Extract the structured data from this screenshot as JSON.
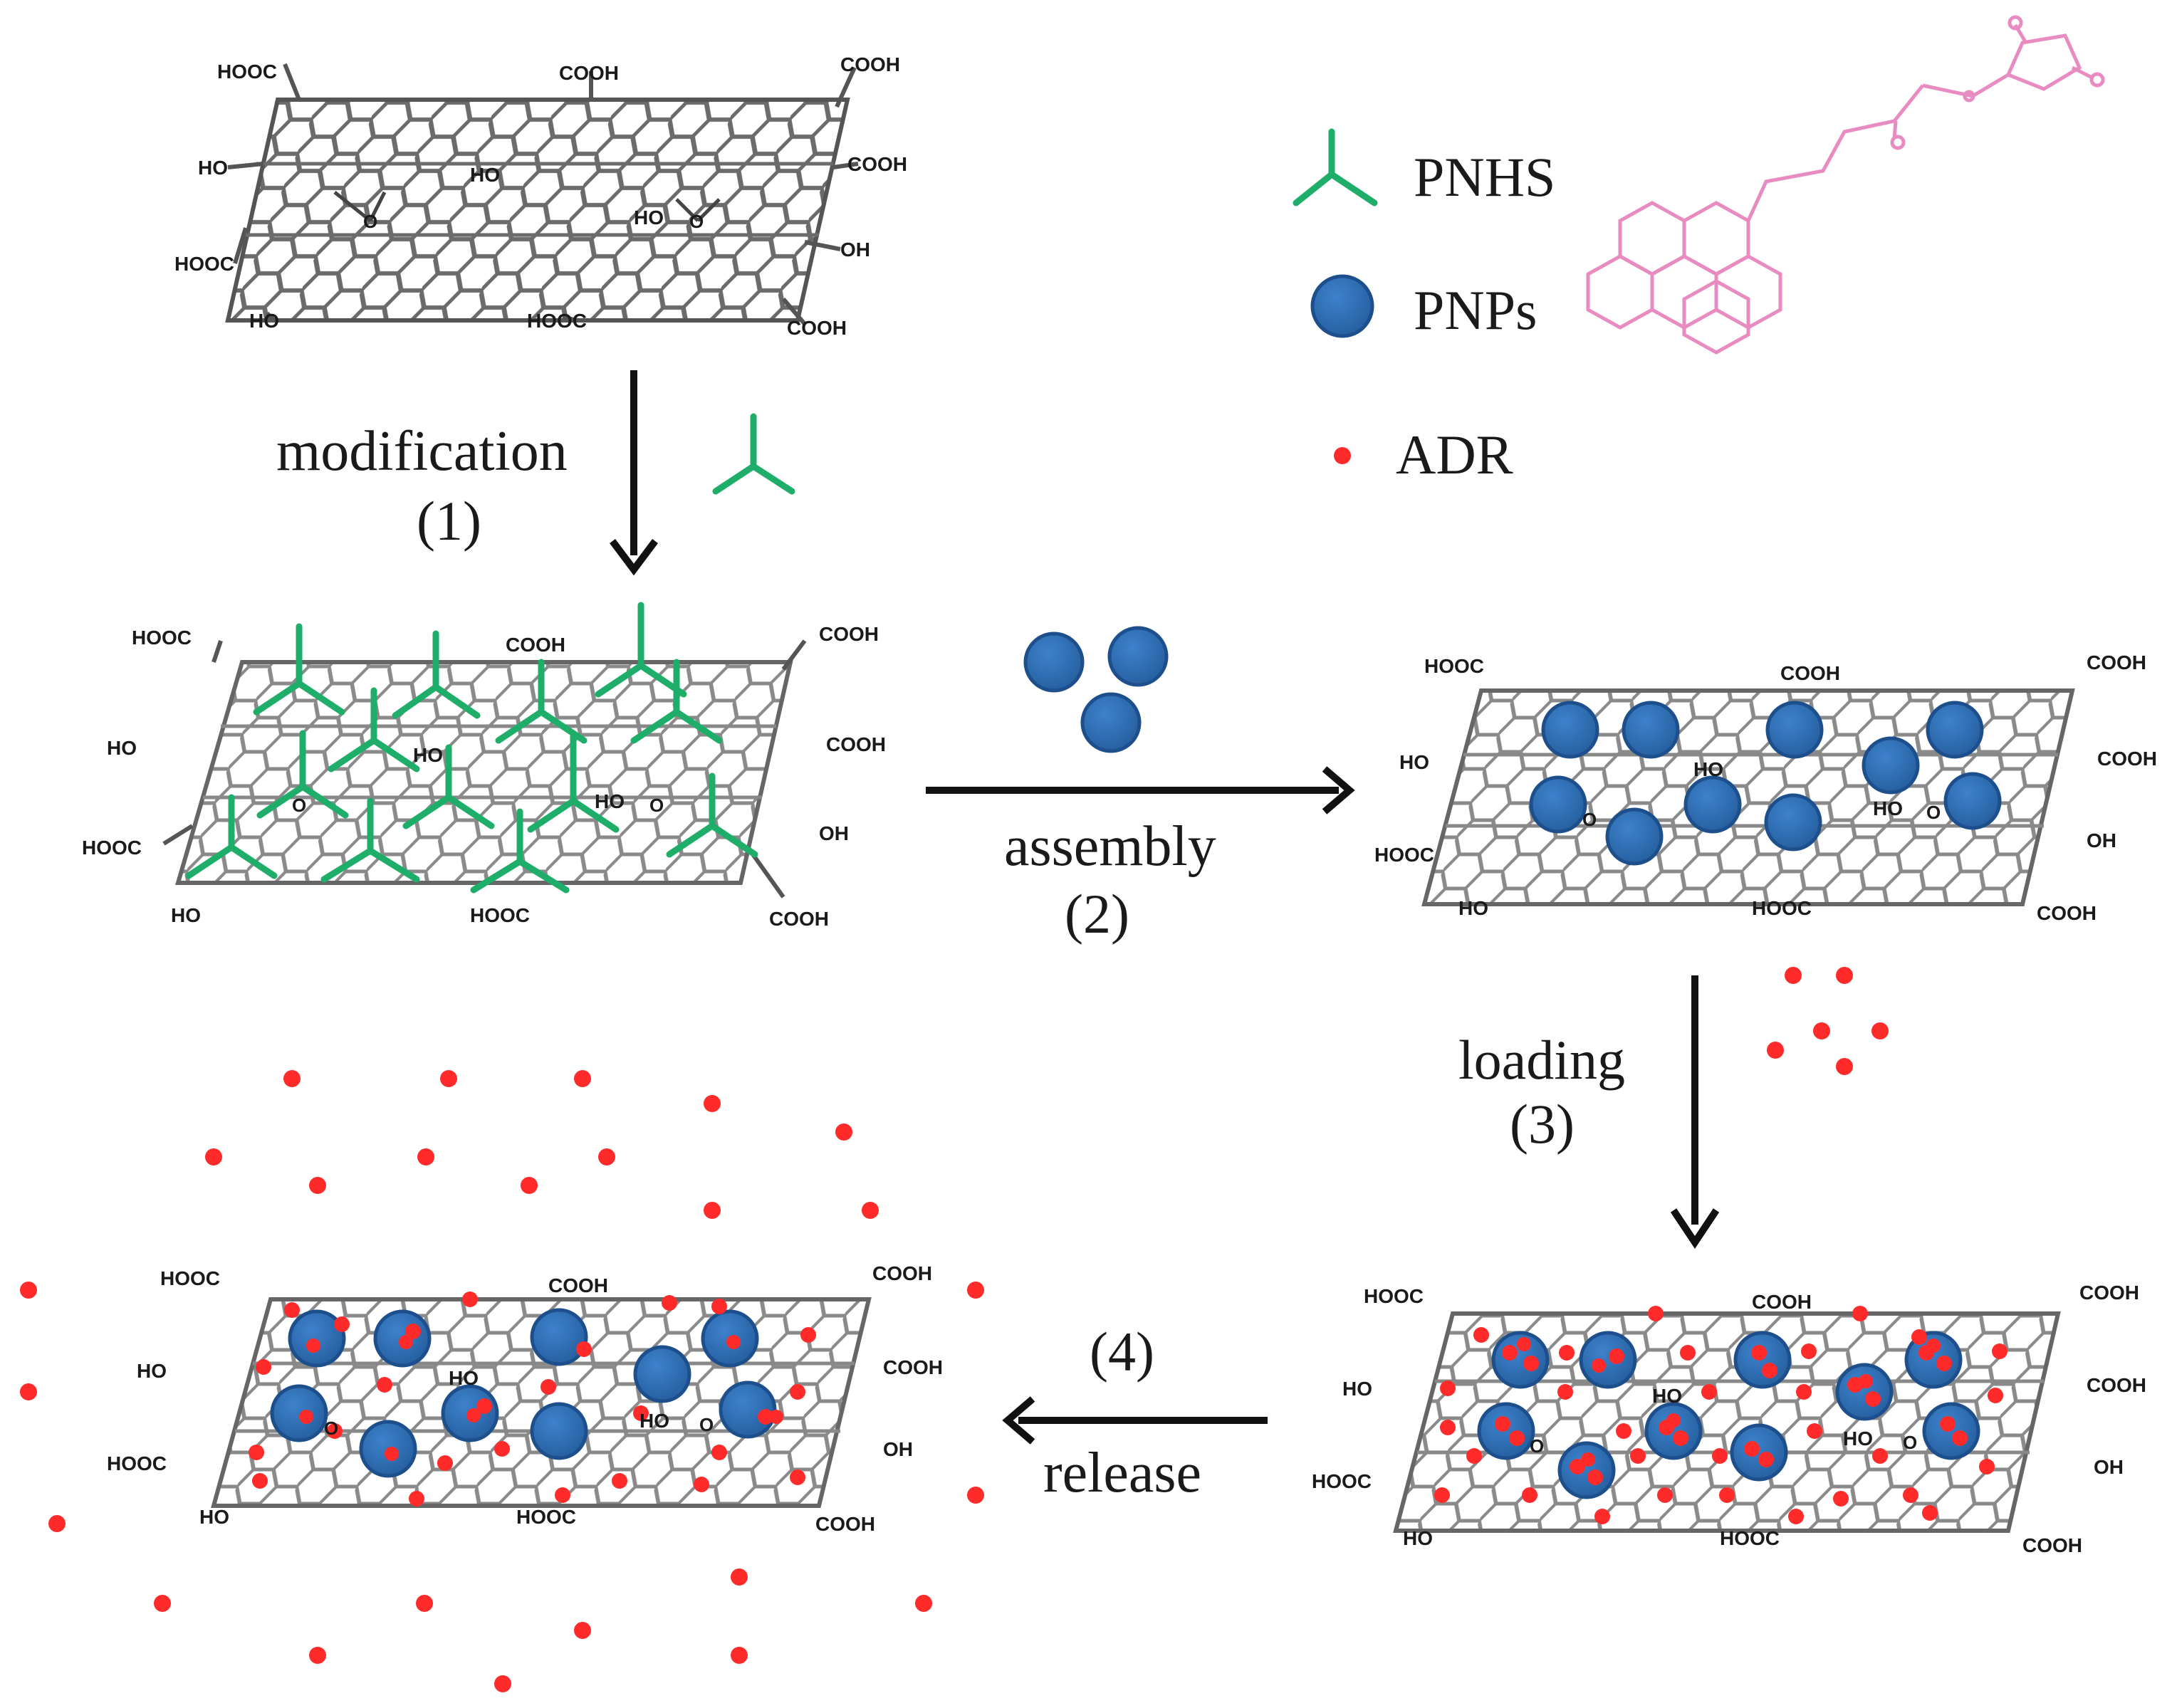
{
  "legend": {
    "pnhs": "PNHS",
    "pnps": "PNPs",
    "adr": "ADR"
  },
  "steps": {
    "s1_name": "modification",
    "s1_num": "(1)",
    "s2_name": "assembly",
    "s2_num": "(2)",
    "s3_name": "loading",
    "s3_num": "(3)",
    "s4_num": "(4)",
    "s4_name": "release"
  },
  "groups": {
    "hooc": "HOOC",
    "cooh": "COOH",
    "ho": "HO",
    "oh": "OH",
    "o": "O"
  },
  "colors": {
    "sheet": "#6b6b6b",
    "pnhs": "#1fae6a",
    "pnp_fill": "#2f6fb7",
    "pnp_edge": "#1d4f8c",
    "adr": "#ff2a2a",
    "molecule": "#e88bc0",
    "arrow": "#111111"
  },
  "icons": [
    "pnhs-tripod-icon",
    "pnp-sphere-icon",
    "adr-dot-icon",
    "pyrene-molecule-icon",
    "arrow-icon"
  ]
}
